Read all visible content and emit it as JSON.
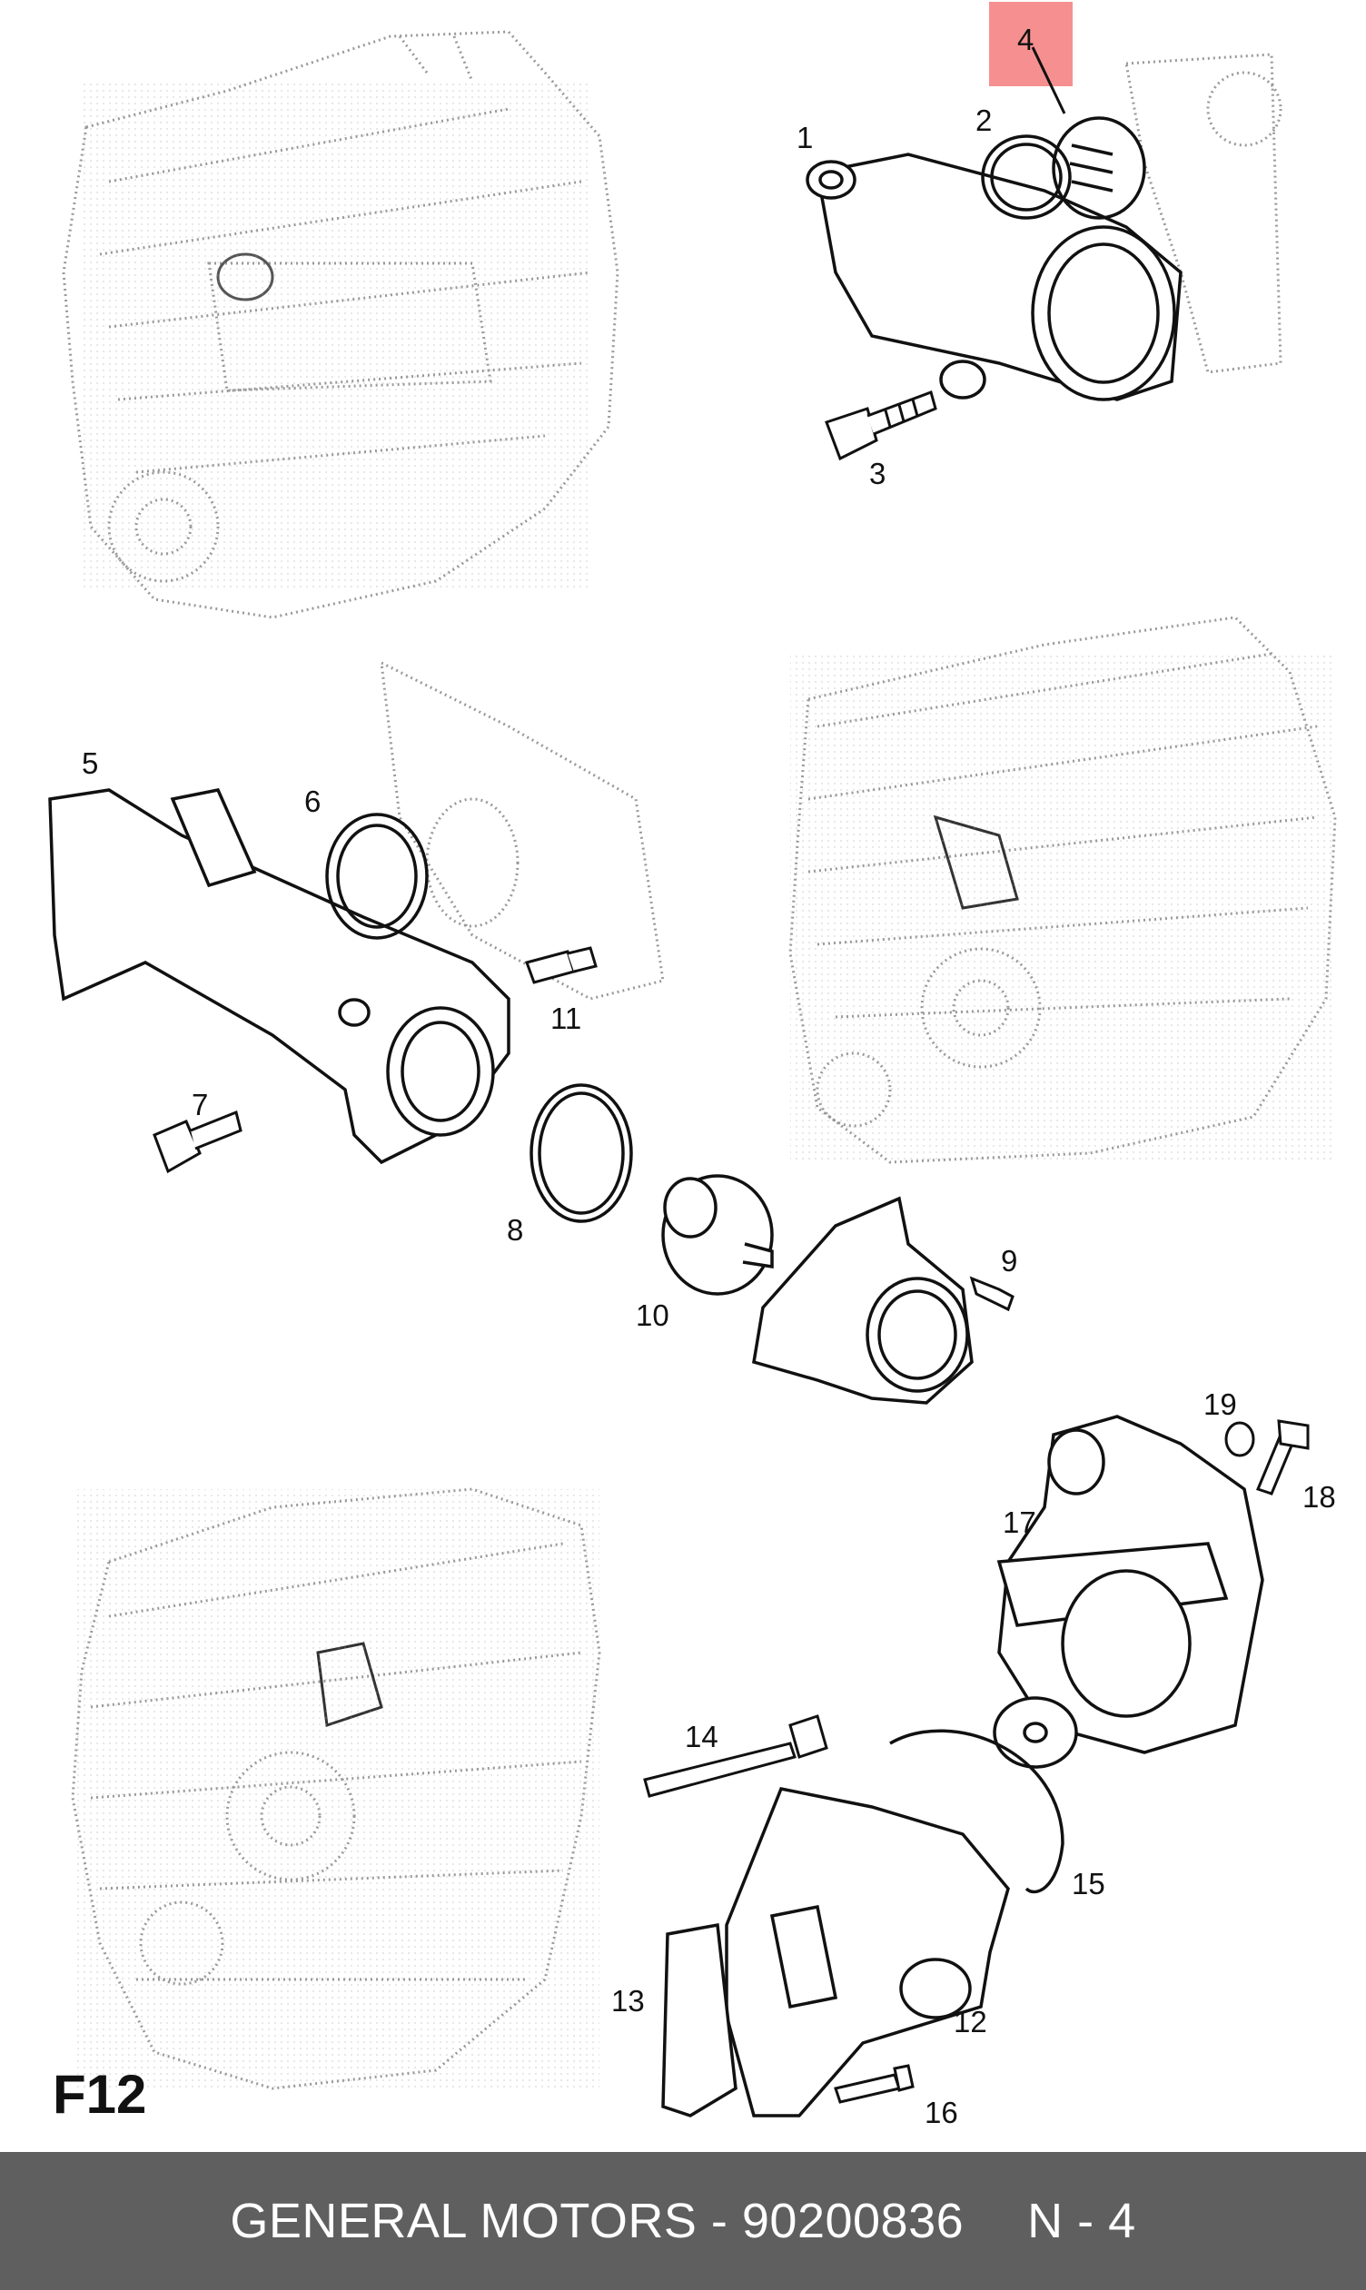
{
  "page_code": "F12",
  "highlighted_callout": "4",
  "callouts": [
    "1",
    "2",
    "3",
    "4",
    "5",
    "6",
    "7",
    "8",
    "9",
    "10",
    "11",
    "12",
    "13",
    "14",
    "15",
    "16",
    "17",
    "18",
    "19"
  ],
  "footer": {
    "label": "GENERAL MOTORS - 90200836",
    "page": "N - 4"
  },
  "colors": {
    "highlight": "#f04646",
    "footer_bg": "#5f5f5f",
    "footer_text": "#ffffff",
    "line": "#111111"
  }
}
